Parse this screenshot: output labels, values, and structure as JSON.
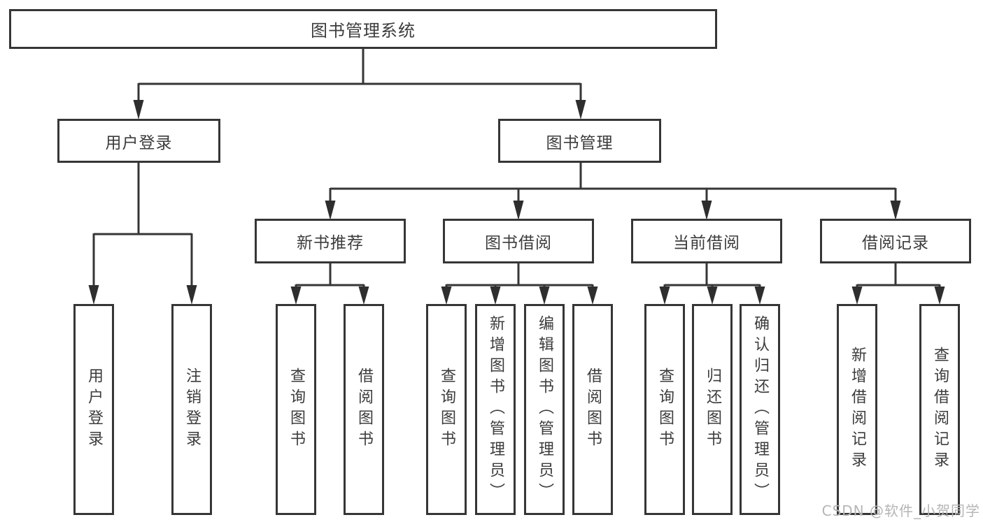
{
  "diagram_type": "hierarchy-tree",
  "colors": {
    "line": "#363636",
    "node_border": "#363636",
    "node_background": "#ffffff",
    "text": "#3c3c3c",
    "watermark_text": "#b5b5b5"
  },
  "tree": {
    "label": "图书管理系统",
    "children": [
      {
        "label": "用户登录",
        "children": [
          {
            "label": "用户登录"
          },
          {
            "label": "注销登录"
          }
        ]
      },
      {
        "label": "图书管理",
        "children": [
          {
            "label": "新书推荐",
            "children": [
              {
                "label": "查询图书"
              },
              {
                "label": "借阅图书"
              }
            ]
          },
          {
            "label": "图书借阅",
            "children": [
              {
                "label": "查询图书"
              },
              {
                "label": "新增图书（管理员）"
              },
              {
                "label": "编辑图书（管理员）"
              },
              {
                "label": "借阅图书"
              }
            ]
          },
          {
            "label": "当前借阅",
            "children": [
              {
                "label": "查询图书"
              },
              {
                "label": "归还图书"
              },
              {
                "label": "确认归还（管理员）"
              }
            ]
          },
          {
            "label": "借阅记录",
            "children": [
              {
                "label": "新增借阅记录"
              },
              {
                "label": "查询借阅记录"
              }
            ]
          }
        ]
      }
    ]
  },
  "watermark": {
    "text": "CSDN @软件_小贺同学"
  }
}
